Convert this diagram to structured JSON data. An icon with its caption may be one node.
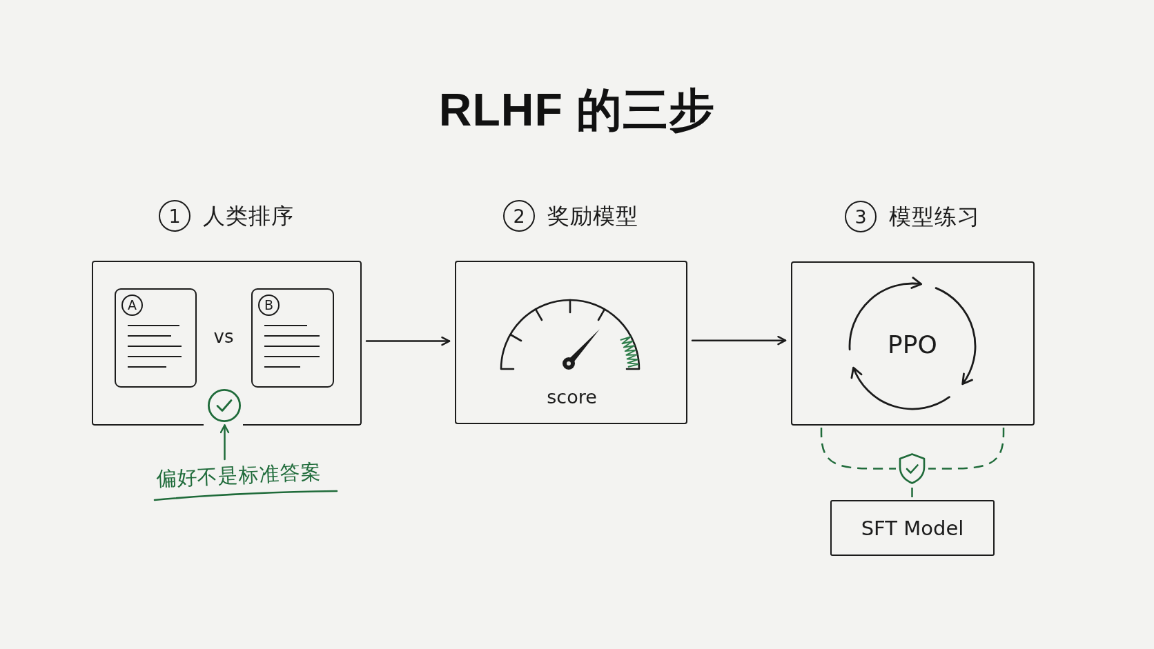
{
  "diagram": {
    "title": "RLHF 的三步",
    "nodes": [
      {
        "text": [
          "1",
          "人类排序"
        ]
      },
      {
        "text": [
          "A"
        ],
        "in": 0
      },
      {
        "text": [
          "B"
        ],
        "in": 0
      },
      {
        "text": [],
        "shape": "circle",
        "in": 0
      },
      {
        "text": [
          "偏好不是标准答案"
        ]
      },
      {
        "text": [
          "2",
          "奖励模型",
          "score"
        ]
      },
      {
        "text": [
          "3",
          "模型练习",
          "PPO"
        ]
      },
      {
        "text": [],
        "shape": "shield"
      },
      {
        "text": [
          "SFT Model"
        ]
      }
    ],
    "edges": [
      {
        "from": 4,
        "to": 3,
        "arrow": "to",
        "color": "#1f6b3a"
      },
      {
        "from": 0,
        "to": 5,
        "arrow": "to"
      },
      {
        "from": 5,
        "to": 6,
        "arrow": "to"
      },
      {
        "from": 6,
        "to": 7,
        "arrow": "none",
        "style": "dashed",
        "color": "#1f6b3a"
      },
      {
        "from": 6,
        "to": 7,
        "arrow": "none",
        "style": "dashed",
        "color": "#1f6b3a"
      },
      {
        "from": 7,
        "to": 8,
        "arrow": "none",
        "style": "dashed",
        "color": "#1f6b3a"
      }
    ],
    "labels": [
      "vs"
    ]
  }
}
